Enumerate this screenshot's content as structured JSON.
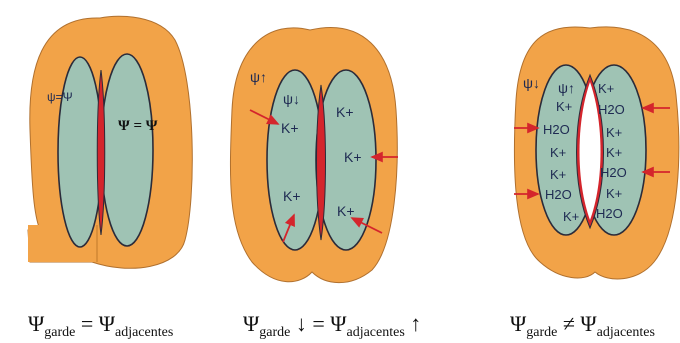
{
  "colors": {
    "orange": "#f2a348",
    "guard": "#9fc3b4",
    "outline": "#2b2b3a",
    "red": "#d4252c",
    "ink": "#1e2a52"
  },
  "panels": [
    {
      "name": "equilibrium",
      "psi_left": "ψ=Ψ",
      "psi_center": "Ψ = Ψ"
    },
    {
      "name": "opening",
      "psi_outside": "ψ↑",
      "psi_inside": "ψ↓",
      "ions": [
        "K+",
        "K+",
        "K+",
        "K+"
      ]
    },
    {
      "name": "open",
      "psi_outside": "ψ↓",
      "psi_inside": "ψ↑",
      "left_cell": [
        "K+",
        "H2O",
        "K+",
        "K+",
        "H2O",
        "K+"
      ],
      "right_cell": [
        "K+",
        "H2O",
        "K+",
        "K+",
        "H2O",
        "K+",
        "H2O"
      ]
    }
  ],
  "captions": [
    {
      "psi": "Ψ",
      "sub1": "garde",
      "op": " = ",
      "sub2": "adjacentes",
      "suffix": ""
    },
    {
      "psi": "Ψ",
      "sub1": "garde",
      "op": " ↓ = ",
      "sub2": "adjacentes",
      "suffix": " ↑"
    },
    {
      "psi": "Ψ",
      "sub1": "garde",
      "op": " ≠ ",
      "sub2": "adjacentes",
      "suffix": ""
    }
  ]
}
